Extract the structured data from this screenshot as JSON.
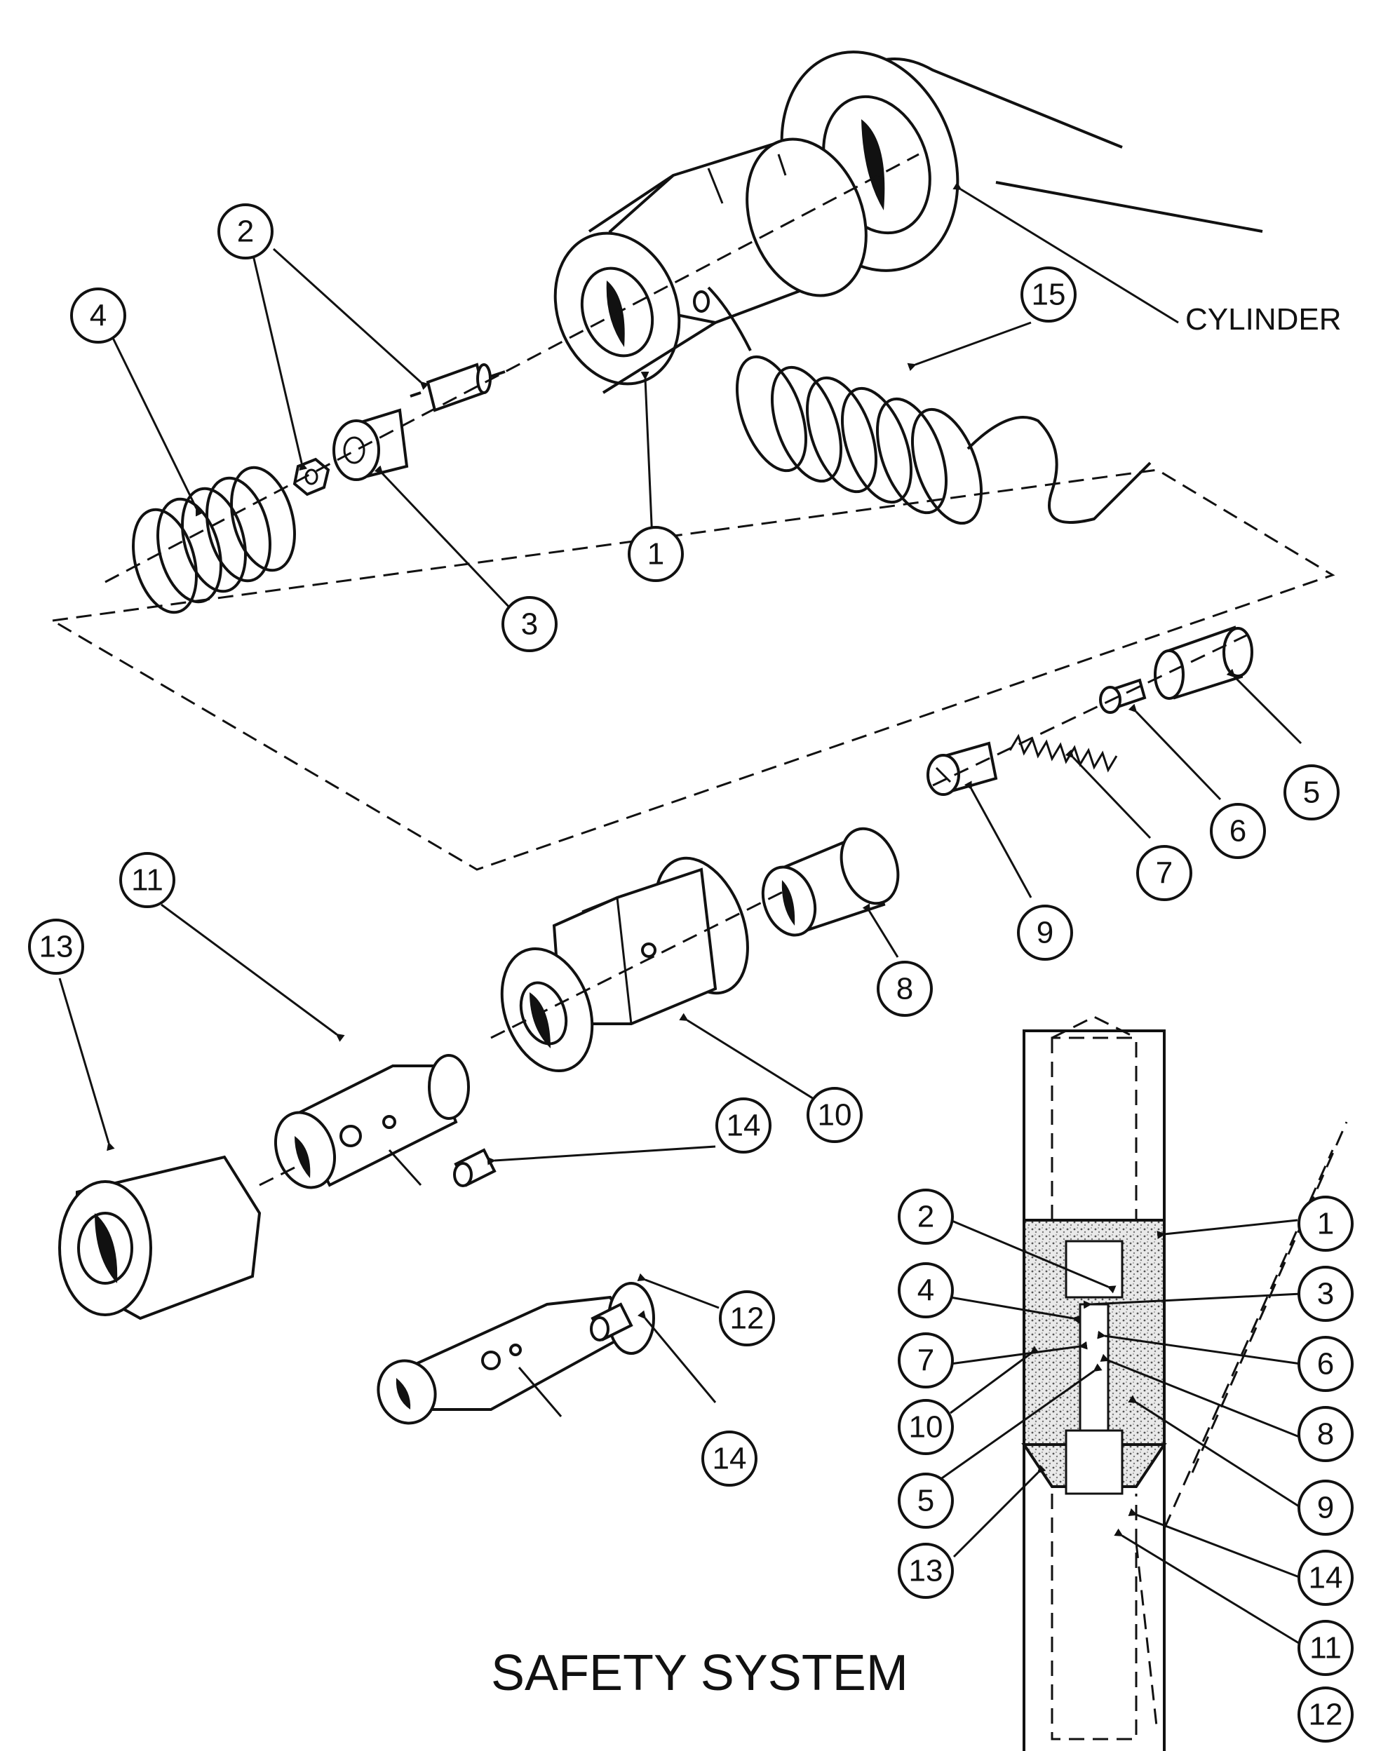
{
  "title": "SAFETY SYSTEM",
  "labels": {
    "cylinder": "CYLINDER"
  },
  "exploded_callouts": [
    "1",
    "2",
    "3",
    "4",
    "5",
    "6",
    "7",
    "8",
    "9",
    "10",
    "11",
    "12",
    "13",
    "14",
    "14",
    "15"
  ],
  "section_callouts_left": [
    "2",
    "4",
    "7",
    "10",
    "5",
    "13"
  ],
  "section_callouts_right": [
    "1",
    "3",
    "6",
    "8",
    "9",
    "14",
    "11",
    "12"
  ],
  "icons": [
    "spring-icon",
    "nut-icon",
    "fitting-icon",
    "cap-icon",
    "coil-tube-icon"
  ]
}
